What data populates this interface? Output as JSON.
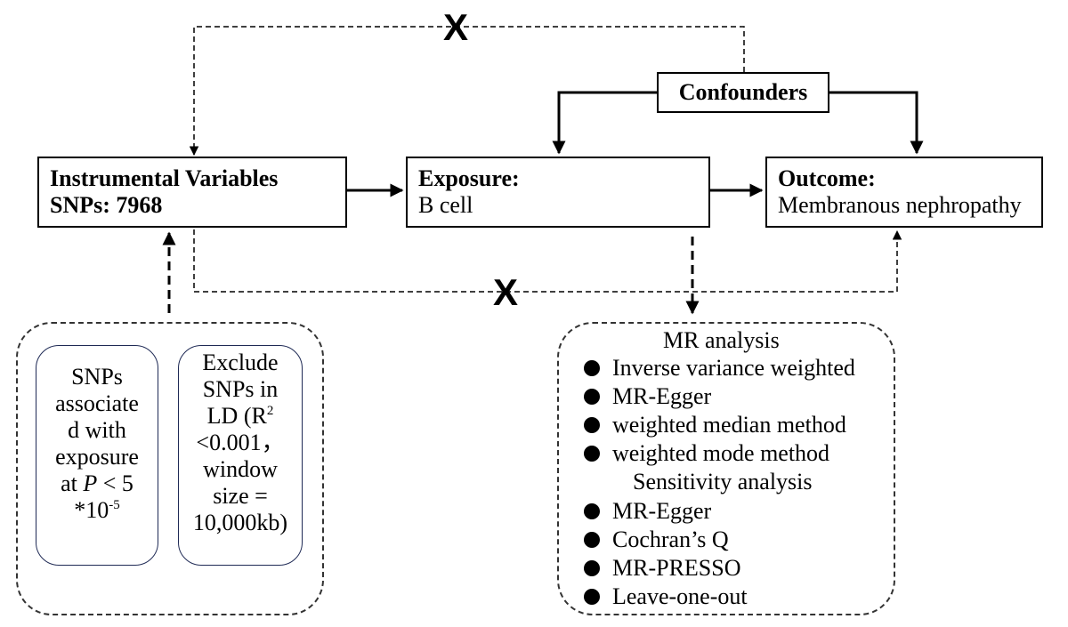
{
  "instrumental_box": {
    "title": "Instrumental Variables",
    "snps": "SNPs: 7968"
  },
  "exposure_box": {
    "title": "Exposure:",
    "value": "B cell"
  },
  "outcome_box": {
    "title": "Outcome:",
    "value": "Membranous nephropathy"
  },
  "confounders_label": "Confounders",
  "blocked_path_mark": "X",
  "selection_criteria": {
    "criterion_1_lines": [
      "SNPs",
      "associate",
      "d with",
      "exposure"
    ],
    "criterion_1_p_prefix": "at ",
    "criterion_1_p_symbol": "P",
    "criterion_1_p_suffix": " < 5",
    "criterion_1_base": "*10",
    "criterion_1_exponent": "-5",
    "criterion_2_lines": [
      "Exclude",
      "SNPs in"
    ],
    "criterion_2_r_base": "LD (R",
    "criterion_2_r_exponent": "2",
    "criterion_2_more_lines": [
      "<0.001，",
      "window",
      "size =",
      "10,000kb)"
    ]
  },
  "mr_analysis": {
    "heading": "MR analysis",
    "methods": [
      "Inverse variance weighted",
      "MR-Egger",
      "weighted median method",
      "weighted mode method"
    ],
    "sensitivity_heading": "Sensitivity analysis",
    "sensitivity_methods": [
      "MR-Egger",
      "Cochran’s Q",
      "MR-PRESSO",
      "Leave-one-out"
    ]
  }
}
